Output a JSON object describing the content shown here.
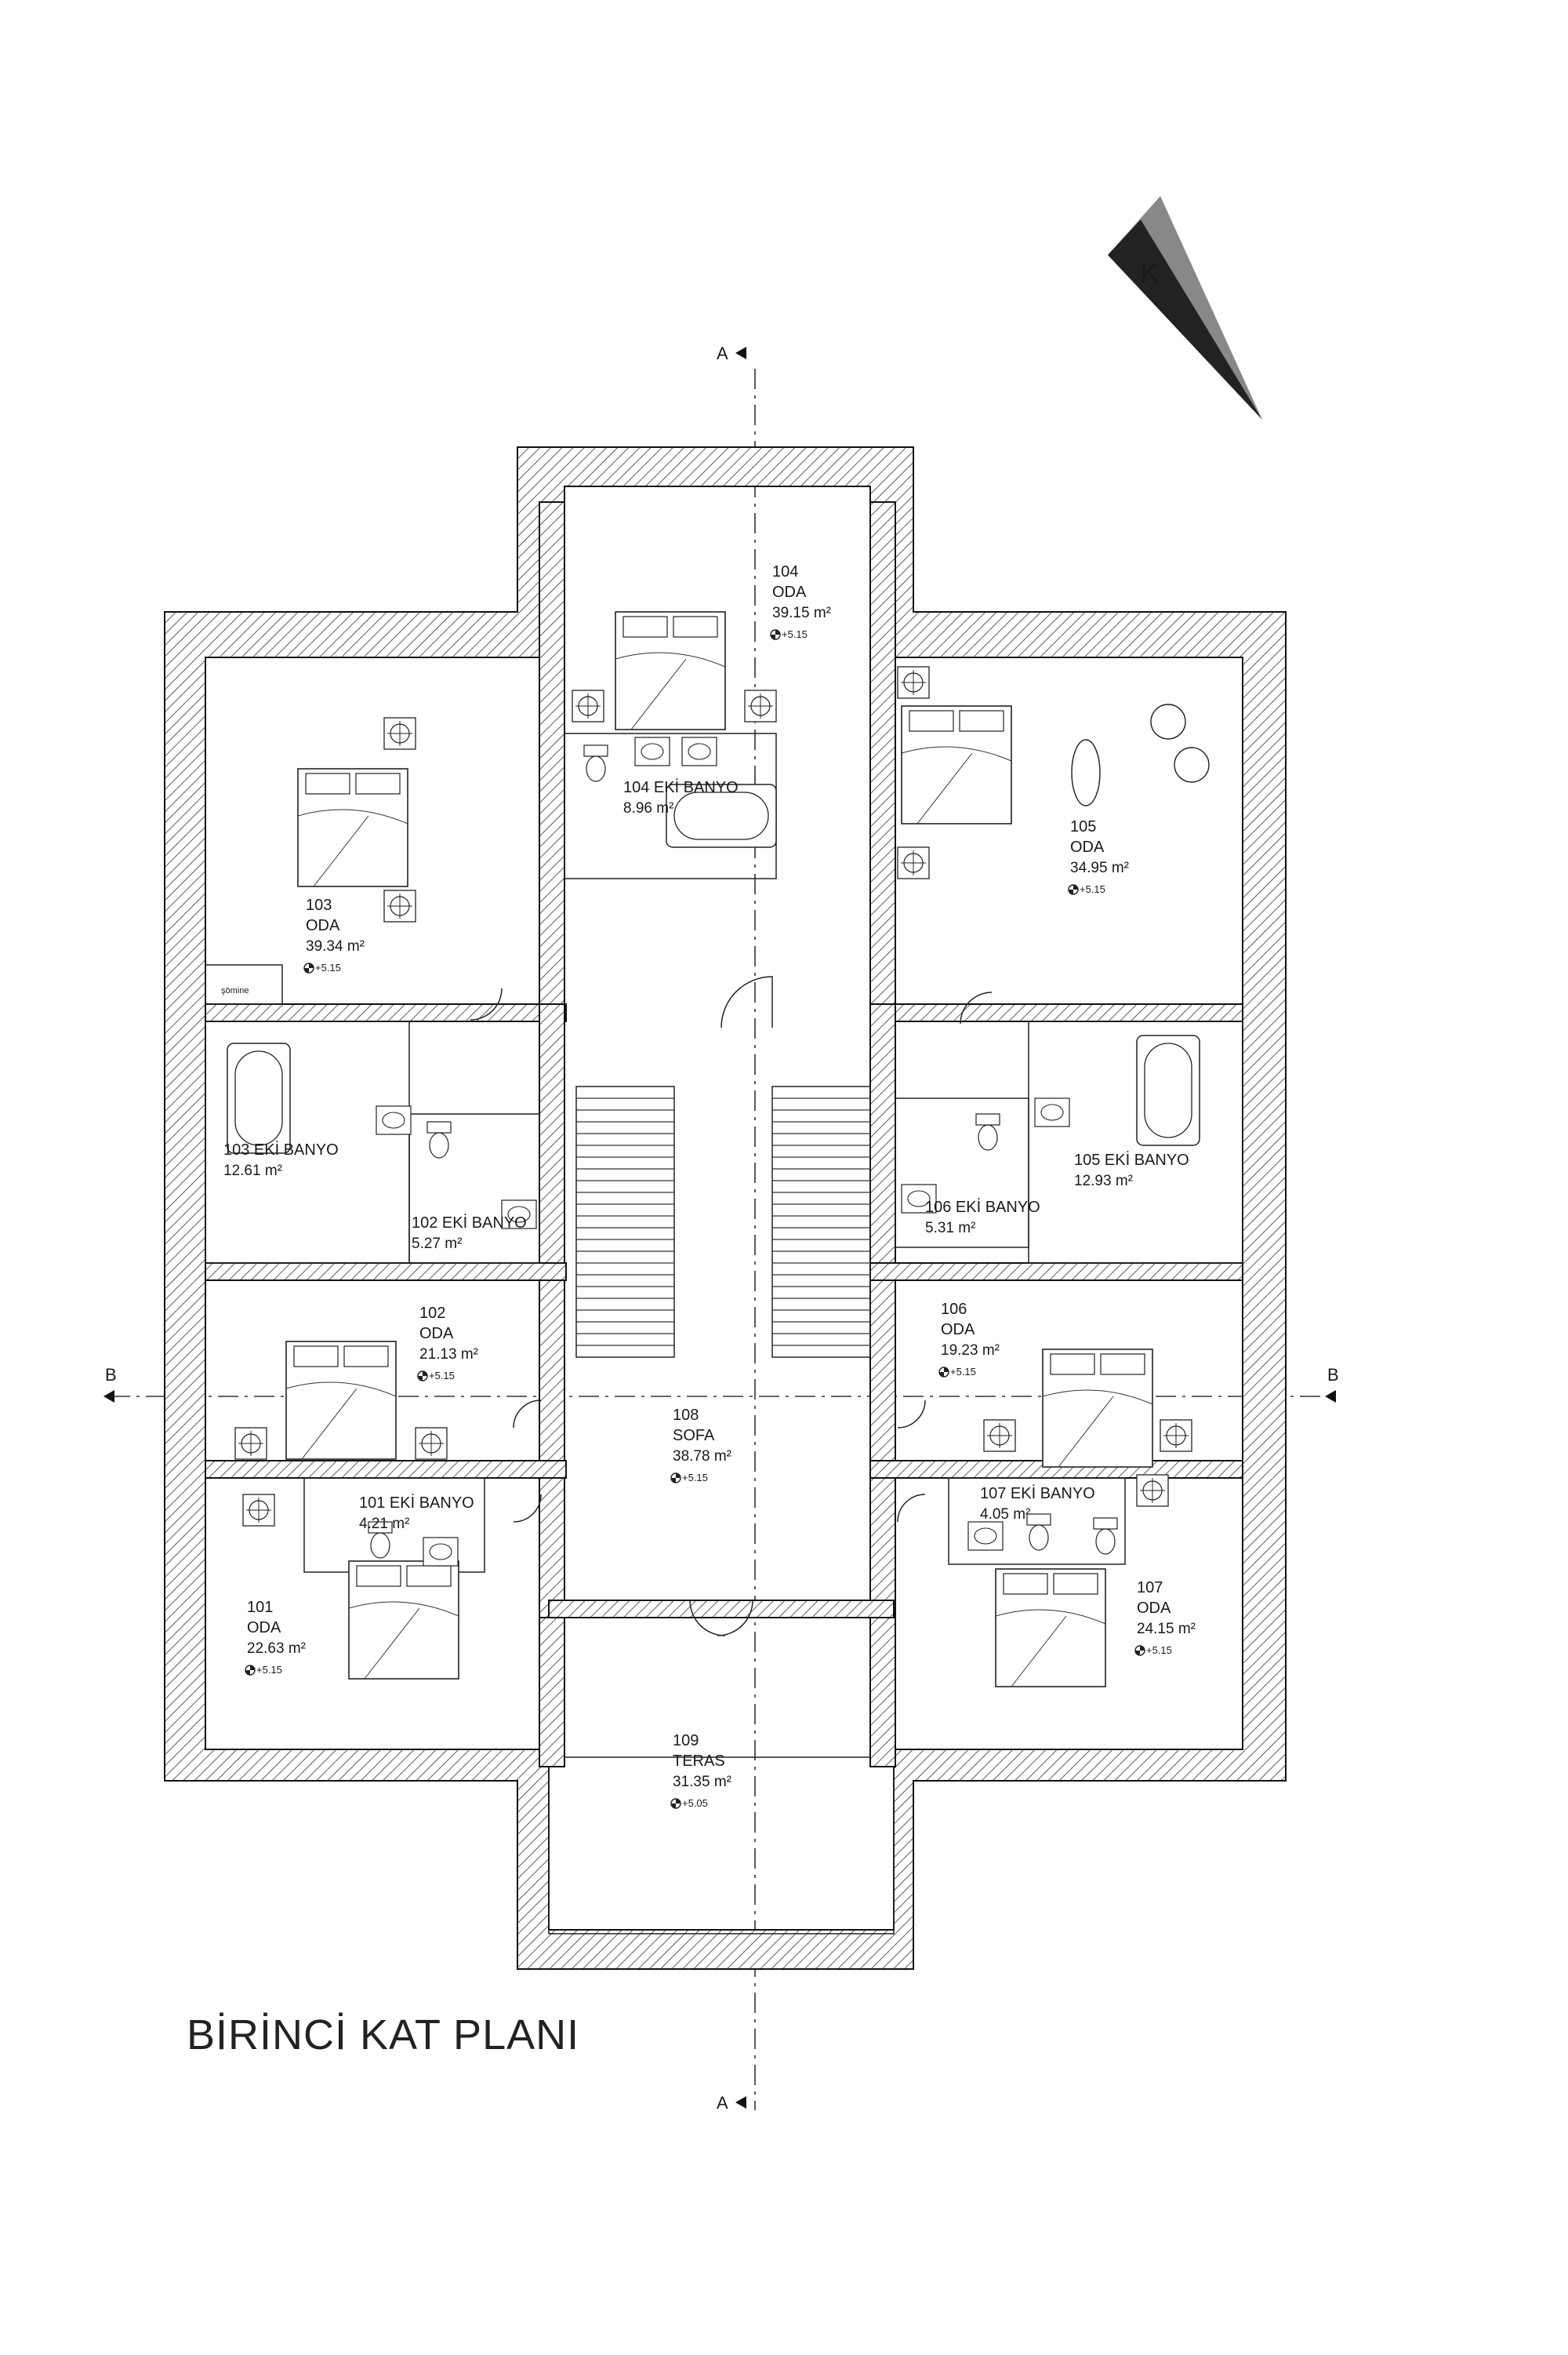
{
  "title": "BİRİNCİ KAT PLANI",
  "north_label": "K",
  "sections": {
    "a_top": "A",
    "a_bottom": "A",
    "b_left": "B",
    "b_right": "B"
  },
  "labels": {
    "somine": "şömine"
  },
  "rooms": [
    {
      "id": "r104",
      "no": "104",
      "name": "ODA",
      "area": "39.15 m²",
      "level": "+5.15"
    },
    {
      "id": "r104b",
      "no": "",
      "name": "104 EKİ BANYO",
      "area": "8.96 m²",
      "level": ""
    },
    {
      "id": "r103",
      "no": "103",
      "name": "ODA",
      "area": "39.34 m²",
      "level": "+5.15"
    },
    {
      "id": "r105",
      "no": "105",
      "name": "ODA",
      "area": "34.95 m²",
      "level": "+5.15"
    },
    {
      "id": "r103b",
      "no": "",
      "name": "103 EKİ BANYO",
      "area": "12.61 m²",
      "level": ""
    },
    {
      "id": "r102b",
      "no": "",
      "name": "102 EKİ BANYO",
      "area": "5.27 m²",
      "level": ""
    },
    {
      "id": "r106b",
      "no": "",
      "name": "106 EKİ BANYO",
      "area": "5.31 m²",
      "level": ""
    },
    {
      "id": "r105b",
      "no": "",
      "name": "105 EKİ BANYO",
      "area": "12.93 m²",
      "level": ""
    },
    {
      "id": "r102",
      "no": "102",
      "name": "ODA",
      "area": "21.13 m²",
      "level": "+5.15"
    },
    {
      "id": "r106",
      "no": "106",
      "name": "ODA",
      "area": "19.23 m²",
      "level": "+5.15"
    },
    {
      "id": "r108",
      "no": "108",
      "name": "SOFA",
      "area": "38.78 m²",
      "level": "+5.15"
    },
    {
      "id": "r101b",
      "no": "",
      "name": "101 EKİ BANYO",
      "area": "4.21 m²",
      "level": ""
    },
    {
      "id": "r107b",
      "no": "",
      "name": "107 EKİ BANYO",
      "area": "4.05 m²",
      "level": ""
    },
    {
      "id": "r101",
      "no": "101",
      "name": "ODA",
      "area": "22.63 m²",
      "level": "+5.15"
    },
    {
      "id": "r107",
      "no": "107",
      "name": "ODA",
      "area": "24.15 m²",
      "level": "+5.15"
    },
    {
      "id": "r109",
      "no": "109",
      "name": "TERAS",
      "area": "31.35 m²",
      "level": "+5.05"
    }
  ]
}
